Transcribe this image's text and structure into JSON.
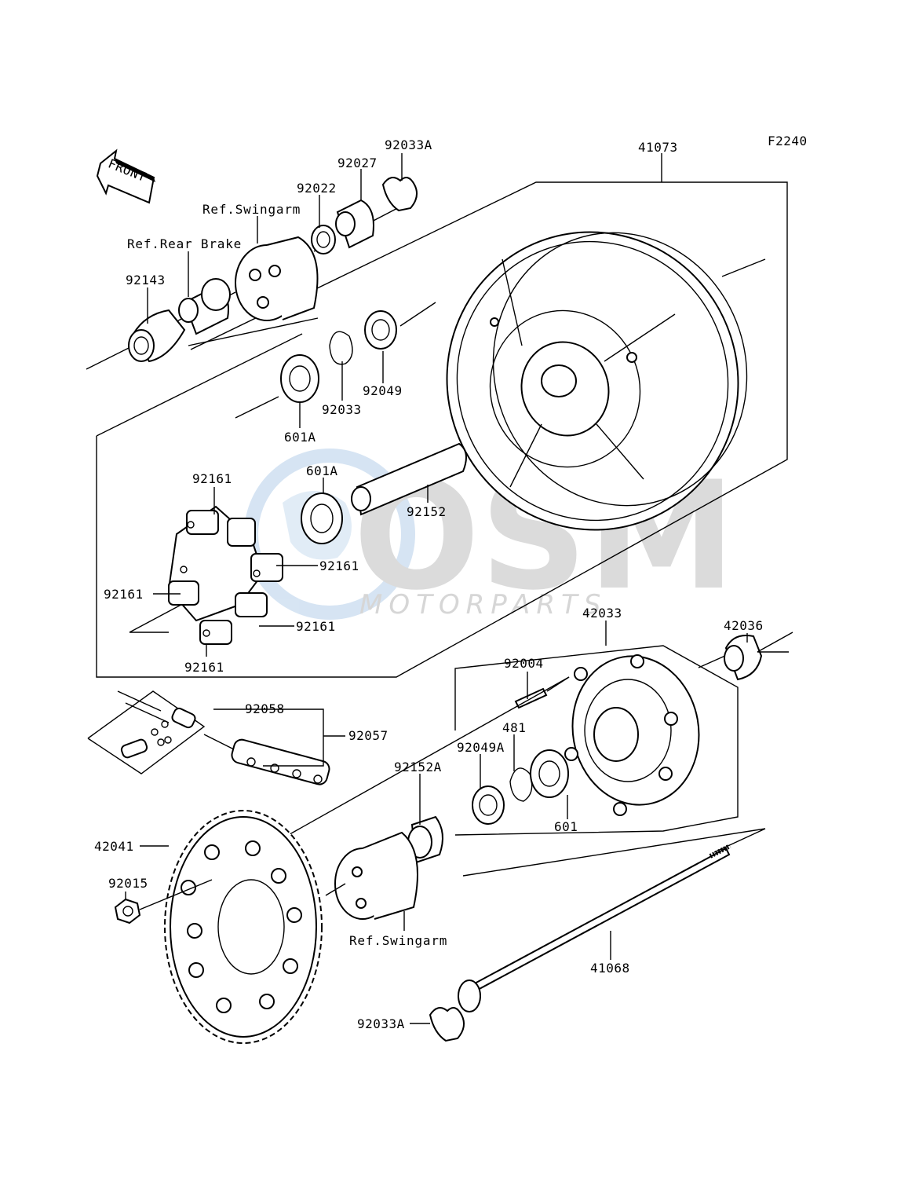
{
  "figure_code": "F2240",
  "front_arrow_label": "FRONT",
  "watermark": {
    "brand": "OSM",
    "sub": "MOTORPARTS"
  },
  "parts": {
    "p41073": "41073",
    "p92033A_top": "92033A",
    "p92027": "92027",
    "p92022": "92022",
    "ref_swingarm_top": "Ref.Swingarm",
    "ref_rear_brake": "Ref.Rear Brake",
    "p92143": "92143",
    "p92049": "92049",
    "p92033": "92033",
    "p601A_top": "601A",
    "p601A_mid": "601A",
    "p92161_a": "92161",
    "p92161_b": "92161",
    "p92161_c": "92161",
    "p92161_d": "92161",
    "p92161_e": "92161",
    "p92152": "92152",
    "p42033": "42033",
    "p42036": "42036",
    "p92004": "92004",
    "p481": "481",
    "p92049A": "92049A",
    "p92152A": "92152A",
    "p601": "601",
    "p92058": "92058",
    "p92057": "92057",
    "p42041": "42041",
    "p92015": "92015",
    "ref_swingarm_bottom": "Ref.Swingarm",
    "p41068": "41068",
    "p92033A_bottom": "92033A"
  }
}
